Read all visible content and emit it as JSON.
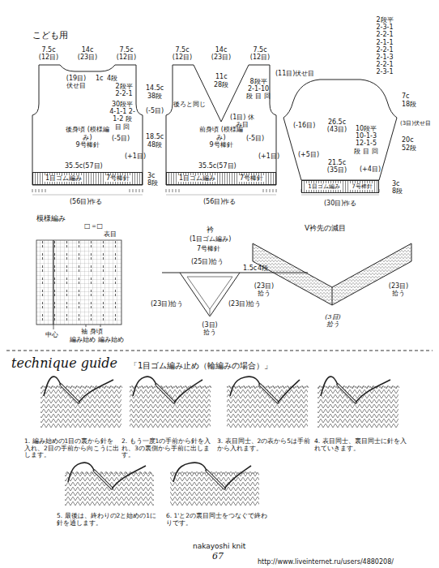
{
  "diagram": {
    "title": "こども用",
    "nodes": [
      {
        "text": [
          "後身頃 (模様編み)",
          "9号棒針"
        ]
      },
      {
        "text": [
          "1目ゴム編み",
          "7号棒針"
        ],
        "in": 0
      },
      {
        "text": [
          "前身頃 (模様編み)",
          "9号棒針"
        ]
      },
      {
        "text": [
          "1目ゴム編み",
          "7号棒針"
        ],
        "in": 2
      },
      {
        "text": [
          "1目ゴム編み",
          "7号棒針"
        ]
      },
      {
        "text": [
          "模様編み"
        ]
      }
    ],
    "labels": [
      "7.5c (12目)",
      "14c (23目)",
      "7.5c (12目)",
      "1c",
      "4段",
      "(19目) 伏せ目",
      "2段平 2-2-1",
      "14.5c",
      "38段",
      "30段平 4-1-1 2-1-2 段 目 回",
      "(-5目)",
      "18.5c",
      "48段",
      "(+1目)",
      "35.5c(57目)",
      "3c",
      "8段",
      "(56目)作る",
      "7.5c (12目)",
      "14c (23目)",
      "7.5c (12目)",
      "11c",
      "28段",
      "後ろと同じ",
      "8段平 2-1-10 段 目 回",
      "(1目) 休み目",
      "(-5目)",
      "(-5目)",
      "(+1目)",
      "35.5c(57目)",
      "(56目)作る",
      "(11目)伏せ目",
      "2段平 2-3-1 2-2-1 2-1-1 2-2-1 2-1-3 2-2-1 2-3-1",
      "7c",
      "18段",
      "(3目)伏せ目",
      "(-16目)",
      "26.5c (43目)",
      "10段平 10-1-3 12-1-5 段 目 回",
      "(+5目)",
      "21.5c (35目)",
      "20c",
      "52段",
      "(+4目)",
      "3c",
      "8段",
      "(30目)作る",
      "□＝□",
      "表目",
      "中心",
      "袖 身頃",
      "編み始め 編み始め",
      "衿",
      "(1目ゴム編み)",
      "7号棒針",
      "(25目)拾う",
      "1.5c",
      "4段",
      "(23目)拾う",
      "(23目)拾う",
      "(3目) 拾う",
      "V衿先の減目",
      "(23目) 拾う",
      "(23目) 拾う",
      "(3目) 拾う",
      "technique guide",
      "「1目ゴム編み止め（輪編みの場合）」",
      "1. 編み始めの1目の裏から針を入れ、2目の手前から向こうに出します。",
      "2. もう一度1の手前から針を入れ、3の裏側から手前に出します。",
      "3. 表目同士、2の表から5は手前から入れます。",
      "4. 表目同士、裏目同士に針を入れていきます。",
      "5. 最後は、終わりの2と始めの1に針を通します。",
      "6. 1'と2の裏目同士をつなぐで終わりです。",
      "nakayoshi knit",
      "67",
      "http://www.liveinternet.ru/users/4880208/"
    ]
  }
}
